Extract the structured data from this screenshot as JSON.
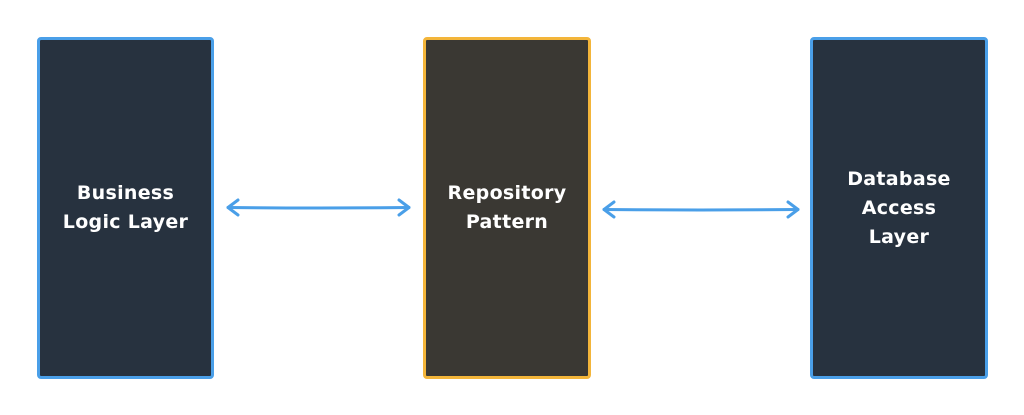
{
  "nodes": {
    "business_logic": {
      "label": "Business\nLogic Layer"
    },
    "repository": {
      "label": "Repository\nPattern"
    },
    "database_access": {
      "label": "Database\nAccess\nLayer"
    }
  },
  "edges": [
    {
      "from": "business_logic",
      "to": "repository",
      "direction": "bidirectional"
    },
    {
      "from": "repository",
      "to": "database_access",
      "direction": "bidirectional"
    }
  ],
  "colors": {
    "layer_fill": "#27323f",
    "layer_border": "#4a9fe8",
    "pattern_fill": "#3a3833",
    "pattern_border": "#f3b53a",
    "arrow": "#4a9fe8",
    "text": "#ffffff"
  }
}
